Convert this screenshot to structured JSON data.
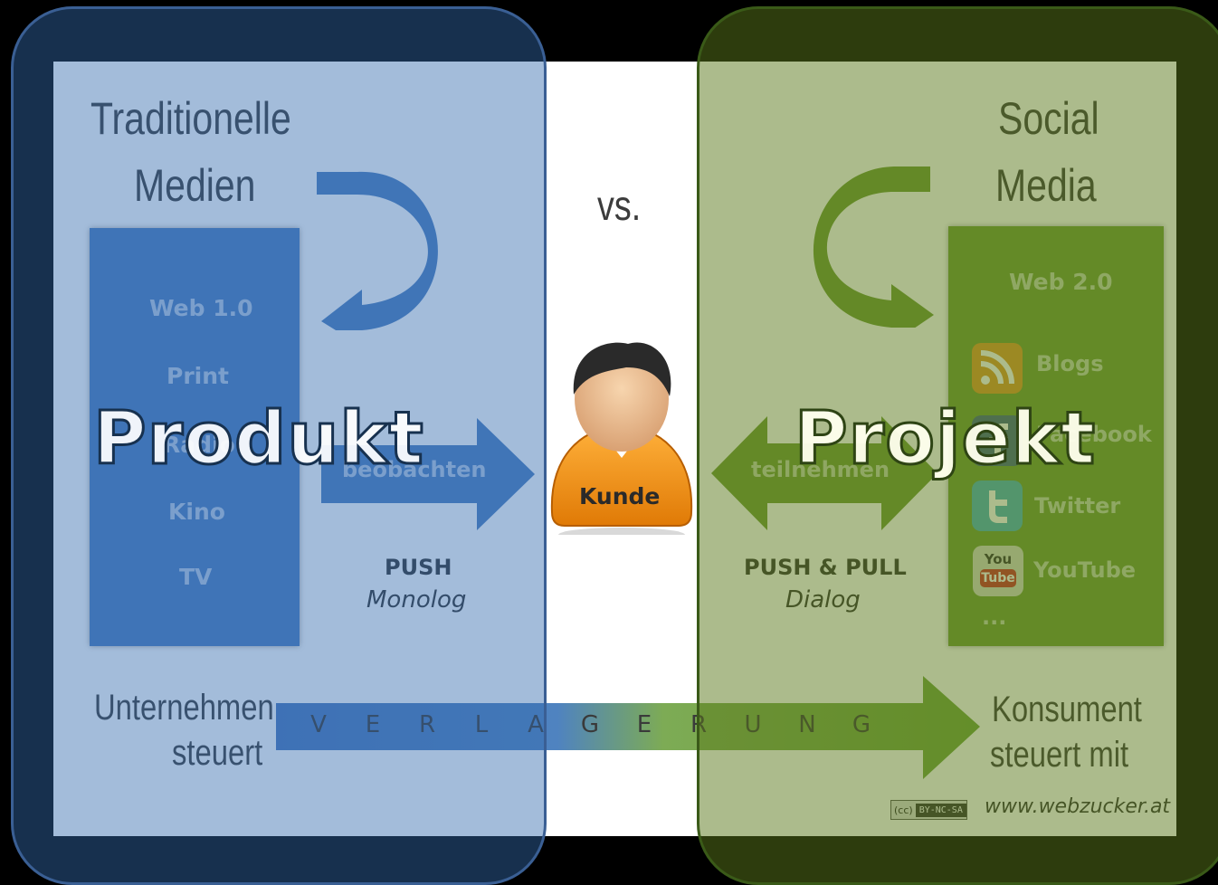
{
  "left": {
    "title_line1": "Traditionelle",
    "title_line2": "Medien",
    "items": [
      "Web 1.0",
      "Print",
      "Radio",
      "Kino",
      "TV"
    ],
    "arrow_label": "beobachten",
    "mode_bold": "PUSH",
    "mode_italic": "Monolog",
    "bottom_line1": "Unternehmen",
    "bottom_line2": "steuert",
    "overlay_label": "Produkt",
    "color": "#336aac"
  },
  "center": {
    "vs_label": "vs.",
    "person_label": "Kunde",
    "person_icon": "person-icon",
    "shift_label": [
      "V",
      "E",
      "R",
      "L",
      "A",
      "G",
      "E",
      "R",
      "U",
      "N",
      "G"
    ]
  },
  "right": {
    "title_line1": "Social",
    "title_line2": "Media",
    "web_label": "Web 2.0",
    "items": [
      {
        "label": "Blogs",
        "icon": "rss-icon"
      },
      {
        "label": "Facebook",
        "icon": "facebook-icon"
      },
      {
        "label": "Twitter",
        "icon": "twitter-icon"
      },
      {
        "label": "YouTube",
        "icon": "youtube-icon",
        "icon_text_1": "You",
        "icon_text_2": "Tube"
      }
    ],
    "more_label": "...",
    "arrow_label": "teilnehmen",
    "mode_bold": "PUSH & PULL",
    "mode_italic": "Dialog",
    "bottom_line1": "Konsument",
    "bottom_line2": "steuert mit",
    "overlay_label": "Projekt",
    "color": "#5a7819"
  },
  "footer": {
    "license_cc": "(cc)",
    "license_text": "BY-NC-SA",
    "source_url": "www.webzucker.at"
  }
}
